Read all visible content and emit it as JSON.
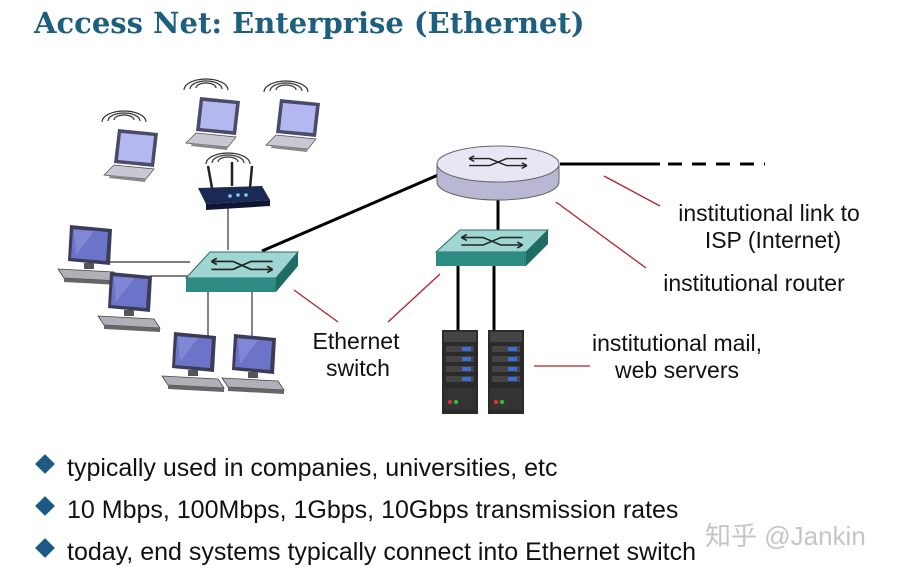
{
  "title": "Access Net: Enterprise (Ethernet)",
  "labels": {
    "ethernet_switch_line1": "Ethernet",
    "ethernet_switch_line2": "switch",
    "link_line1": "institutional link to",
    "link_line2": "ISP (Internet)",
    "router": "institutional router",
    "servers_line1": "institutional mail,",
    "servers_line2": "web servers"
  },
  "bullets": [
    "typically used in companies, universities, etc",
    "10 Mbps, 100Mbps, 1Gbps, 10Gbps transmission rates",
    "today, end systems typically connect into Ethernet switch"
  ],
  "watermark": "知乎 @Jankin",
  "colors": {
    "title": "#1e5e7e",
    "switch_top": "#9fd6d2",
    "router_top": "#e6e6f4",
    "callout_line": "#b22222",
    "bullet": "#1c5a86"
  },
  "icons": [
    "laptop-icon",
    "wifi-router-icon",
    "desktop-computer-icon",
    "ethernet-switch-icon",
    "router-icon",
    "server-icon",
    "diamond-bullet-icon"
  ]
}
